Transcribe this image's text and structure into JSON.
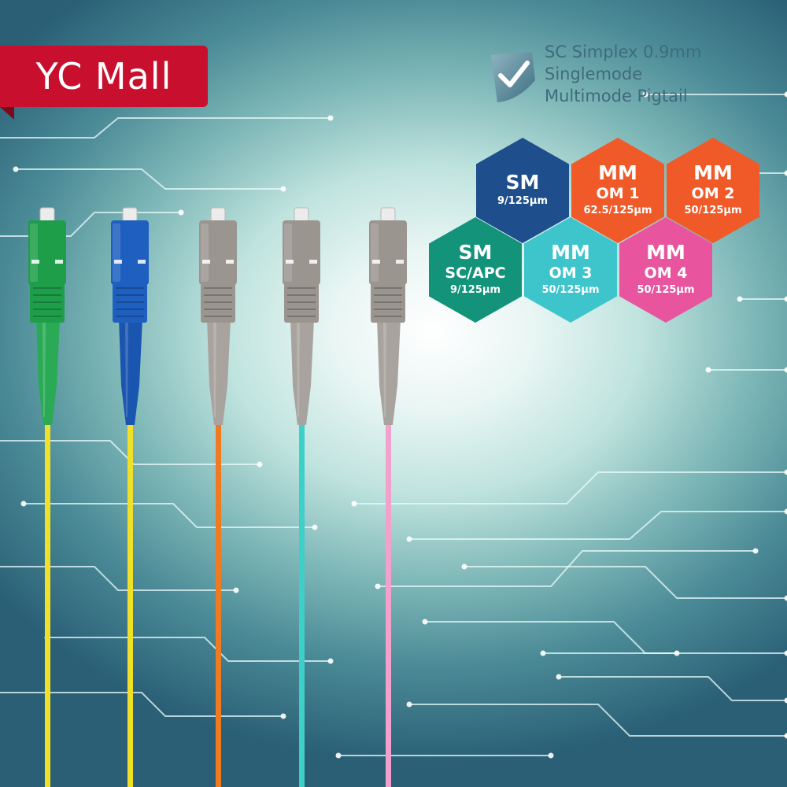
{
  "brand": {
    "name": "YC Mall",
    "color": "#c8102e"
  },
  "product": {
    "icon": "check-shield-icon",
    "title_lines": [
      "SC Simplex 0.9mm",
      "Singlemode",
      "Multimode Pigtail"
    ]
  },
  "badges": [
    {
      "id": "sm",
      "l1": "SM",
      "l2": "",
      "l3": "9/125μm",
      "color": "#1f4e8c"
    },
    {
      "id": "om1",
      "l1": "MM",
      "l2": "OM 1",
      "l3": "62.5/125μm",
      "color": "#f05a28"
    },
    {
      "id": "om2",
      "l1": "MM",
      "l2": "OM 2",
      "l3": "50/125μm",
      "color": "#f05a28"
    },
    {
      "id": "apc",
      "l1": "SM",
      "l2": "SC/APC",
      "l3": "9/125μm",
      "color": "#12937a"
    },
    {
      "id": "om3",
      "l1": "MM",
      "l2": "OM 3",
      "l3": "50/125μm",
      "color": "#3ec5cc"
    },
    {
      "id": "om4",
      "l1": "MM",
      "l2": "OM 4",
      "l3": "50/125μm",
      "color": "#e8559e"
    }
  ],
  "connectors": [
    {
      "id": "sc-apc-green",
      "housing": "#1f9e4a",
      "boot": "#2aaa55",
      "cable": "#f0e02a"
    },
    {
      "id": "sc-upc-blue",
      "housing": "#1e5fbf",
      "boot": "#1a55b0",
      "cable": "#f0e02a"
    },
    {
      "id": "sc-om1-gray",
      "housing": "#9b9590",
      "boot": "#a8a39e",
      "cable": "#f07a22"
    },
    {
      "id": "sc-om3-gray",
      "housing": "#9b9590",
      "boot": "#a8a39e",
      "cable": "#3fcfc9"
    },
    {
      "id": "sc-om4-gray",
      "housing": "#9b9590",
      "boot": "#a8a39e",
      "cable": "#f2a0cc"
    }
  ]
}
